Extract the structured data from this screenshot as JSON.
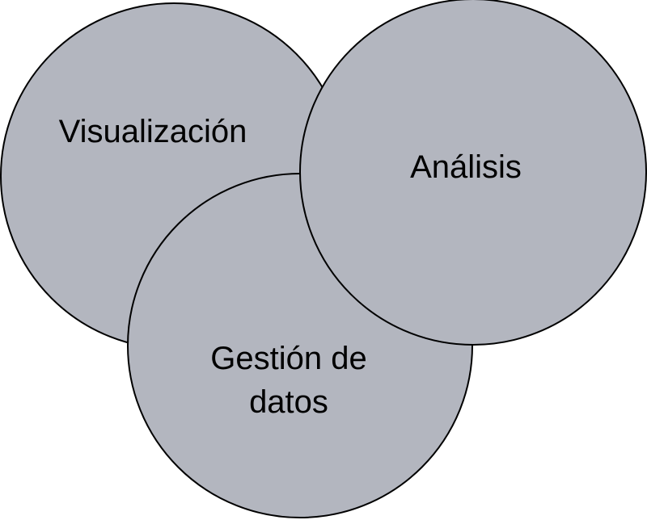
{
  "diagram": {
    "fill_color": "#b3b6bf",
    "stroke_color": "#000000",
    "circles": [
      {
        "id": "visualizacion",
        "label": "Visualización"
      },
      {
        "id": "gestion",
        "label_line1": "Gestión de",
        "label_line2": "datos"
      },
      {
        "id": "analisis",
        "label": "Análisis"
      }
    ]
  }
}
